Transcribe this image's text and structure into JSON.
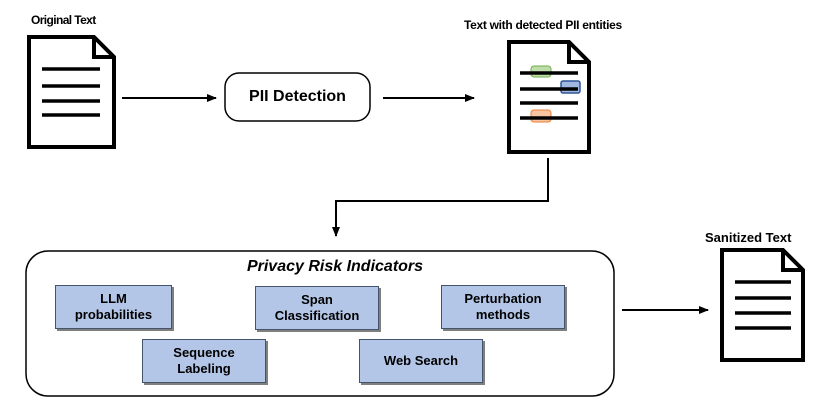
{
  "labels": {
    "original_text": "Original Text",
    "detected_text": "Text with detected PII entities",
    "sanitized_text": "Sanitized Text"
  },
  "pii_detection": {
    "label": "PII Detection"
  },
  "risk_panel": {
    "title": "Privacy Risk Indicators",
    "indicators": [
      {
        "line1": "LLM",
        "line2": "probabilities"
      },
      {
        "line1": "Span",
        "line2": "Classification"
      },
      {
        "line1": "Perturbation",
        "line2": "methods"
      },
      {
        "line1": "Sequence",
        "line2": "Labeling"
      },
      {
        "line1": "Web Search",
        "line2": ""
      }
    ]
  },
  "colors": {
    "indicator_fill": "#b4c6e7",
    "indicator_border": "#44546a",
    "highlight_green": "#a9d18e",
    "highlight_blue": "#8faadc",
    "highlight_orange": "#f4b183"
  }
}
